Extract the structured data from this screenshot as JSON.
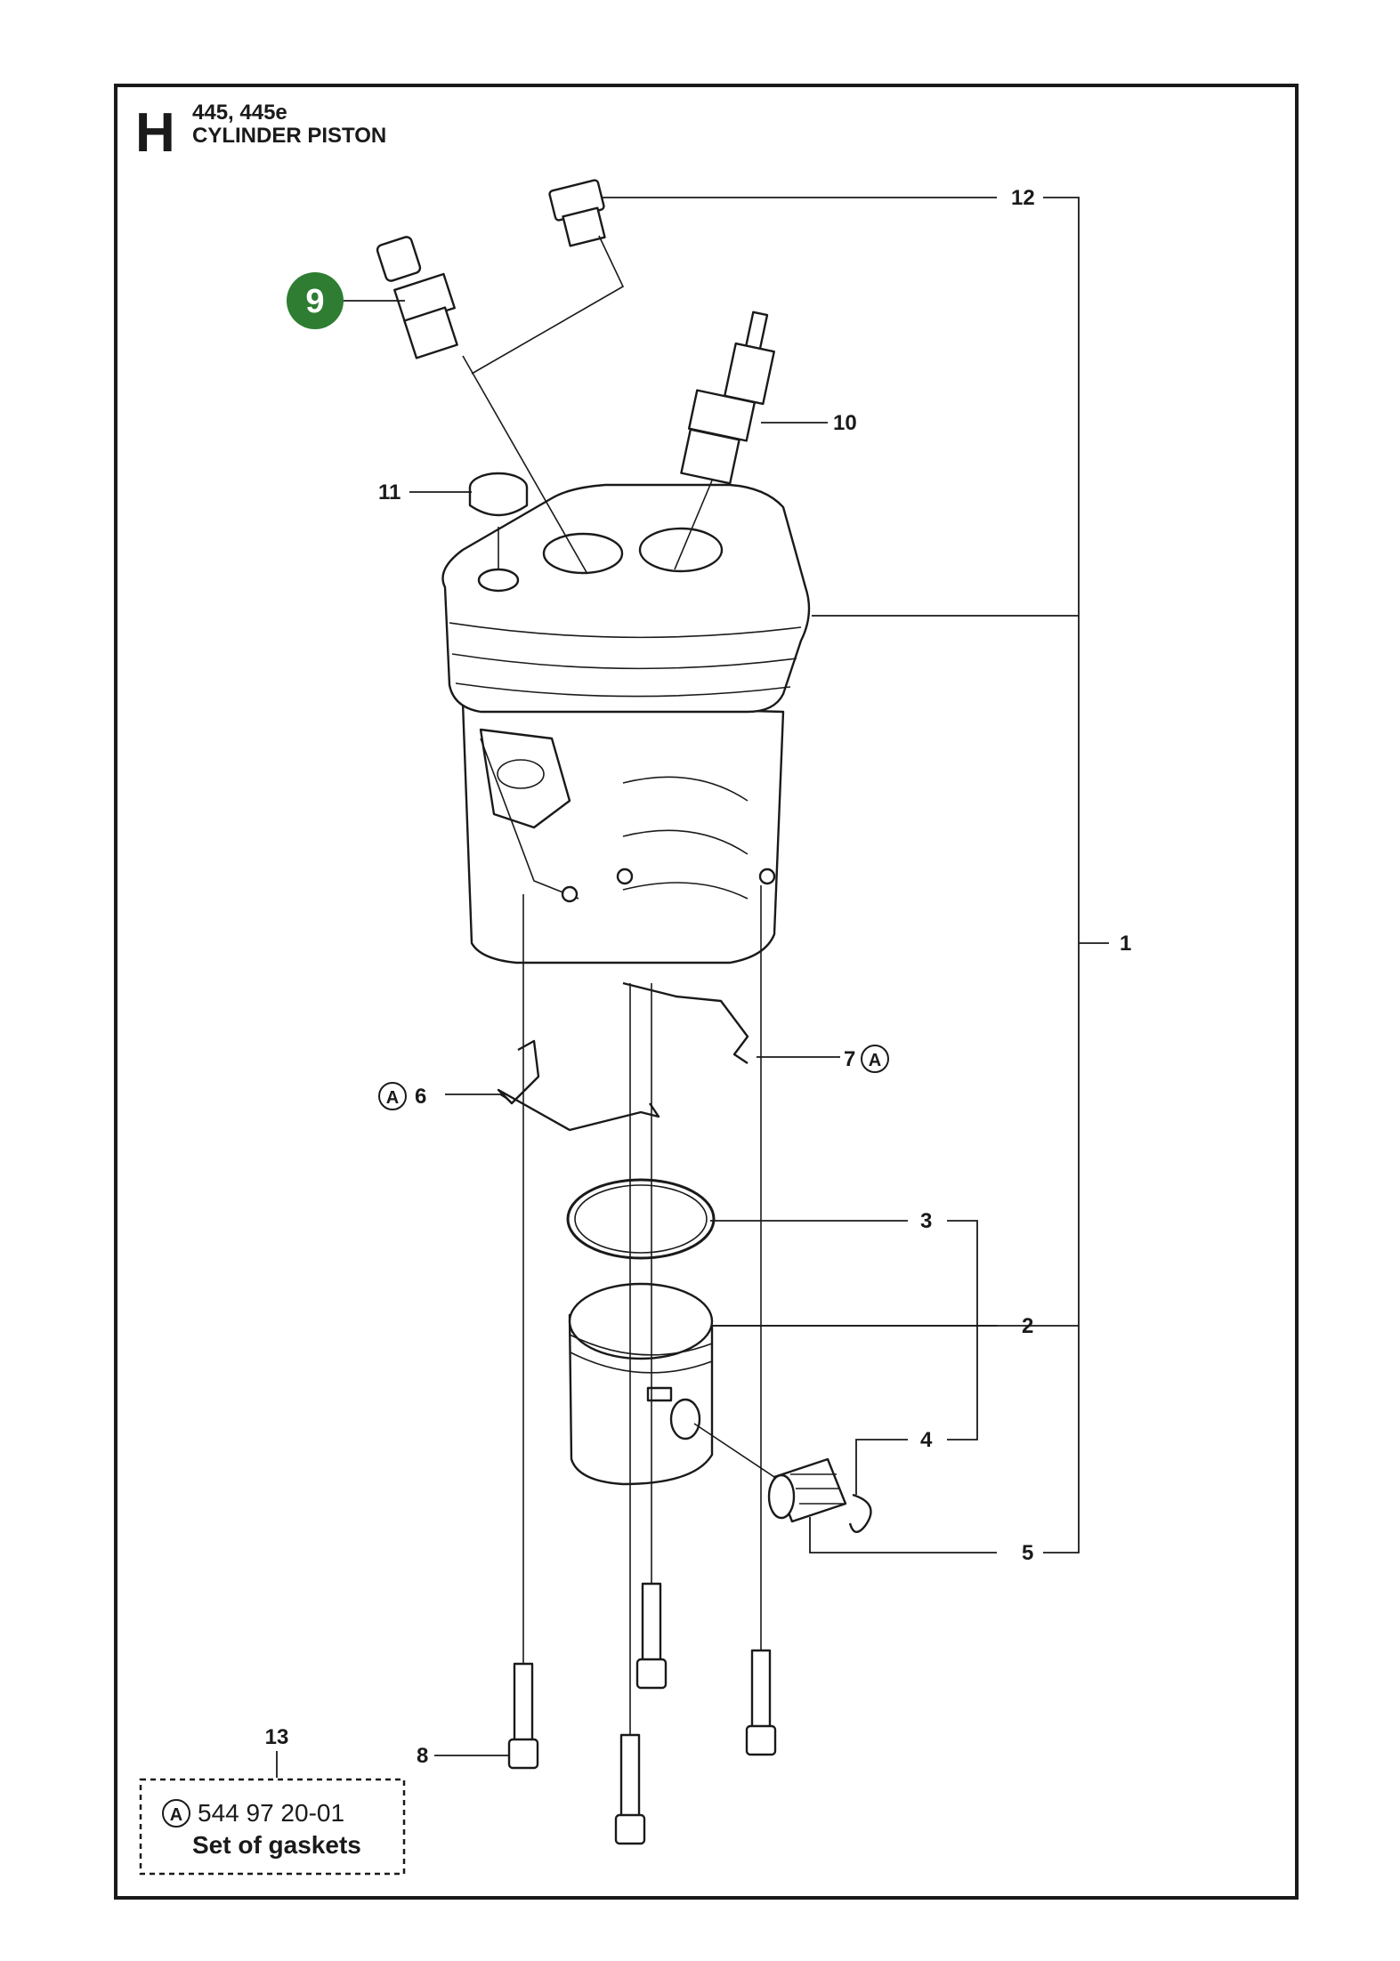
{
  "header": {
    "section_letter": "H",
    "models": "445, 445e",
    "title": "CYLINDER PISTON"
  },
  "callouts": {
    "c1": "1",
    "c2": "2",
    "c3": "3",
    "c4": "4",
    "c5": "5",
    "c6": "6",
    "c7": "7",
    "c8": "8",
    "c9": "9",
    "c10": "10",
    "c11": "11",
    "c12": "12",
    "c13": "13"
  },
  "marker": {
    "letter": "A"
  },
  "kit": {
    "part_number": "544 97 20-01",
    "description": "Set of gaskets"
  },
  "colors": {
    "highlight": "#2e7d32",
    "line": "#1a1a1a"
  }
}
